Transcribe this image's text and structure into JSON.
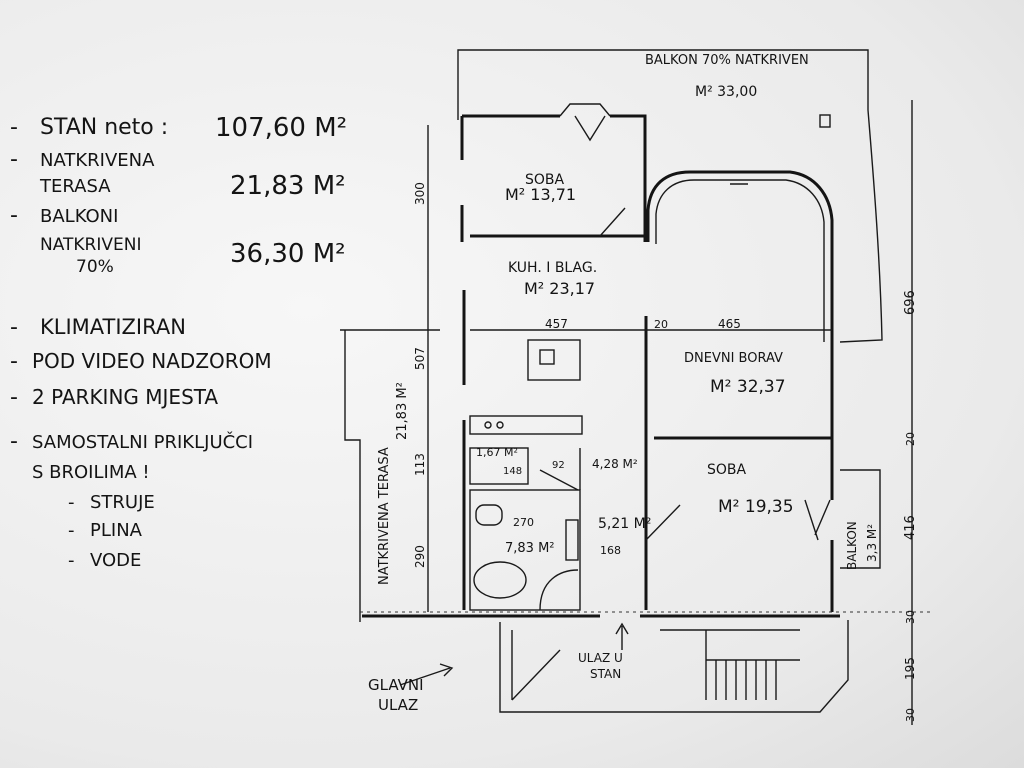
{
  "notes": {
    "stan_label": "STAN neto :",
    "stan_value": "107,60 M²",
    "terasa_label_1": "NATKRIVENA",
    "terasa_label_2": "TERASA",
    "terasa_value": "21,83 M²",
    "balkoni_label_1": "BALKONI",
    "balkoni_label_2": "NATKRIVENI",
    "balkoni_label_3": "70%",
    "balkoni_value": "36,30 M²",
    "features": [
      "KLIMATIZIRAN",
      "POD VIDEO NADZOROM",
      "2 PARKING MJESTA"
    ],
    "priklj_1": "SAMOSTALNI PRIKLJUČCI",
    "priklj_2": "S BROILIMA !",
    "utilities": [
      "STRUJE",
      "PLINA",
      "VODE"
    ]
  },
  "rooms": {
    "balkon_top_title": "BALKON 70% NATKRIVEN",
    "balkon_top_area": "M² 33,00",
    "soba1_name": "SOBA",
    "soba1_area": "M² 13,71",
    "kuhinja_name": "KUH. I BLAG.",
    "kuhinja_area": "M² 23,17",
    "dnevni_name": "DNEVNI BORAV",
    "dnevni_area": "M² 32,37",
    "soba2_name": "SOBA",
    "soba2_area": "M² 19,35",
    "balkon_side_1": "BALKON",
    "balkon_side_2": "3,3 M²",
    "terasa_v1": "NATKRIVENA TERASA",
    "terasa_v2": "21,83 M²",
    "wc_small": "1,67 M²",
    "hall_small": "4,28 M²",
    "bath_area": "7,83 M²",
    "hall_area": "5,21 M²",
    "ulaz_stan_1": "ULAZ U",
    "ulaz_stan_2": "STAN",
    "glavni_1": "GLAVNI",
    "glavni_2": "ULAZ"
  },
  "dimensions": {
    "d300": "300",
    "d507": "507",
    "d113": "113",
    "d290": "290",
    "d457": "457",
    "d20a": "20",
    "d465": "465",
    "d148": "148",
    "d92": "92",
    "d270": "270",
    "d168": "168",
    "d696": "696",
    "d20b": "20",
    "d416": "416",
    "d30a": "30",
    "d195": "195",
    "d30b": "30"
  }
}
